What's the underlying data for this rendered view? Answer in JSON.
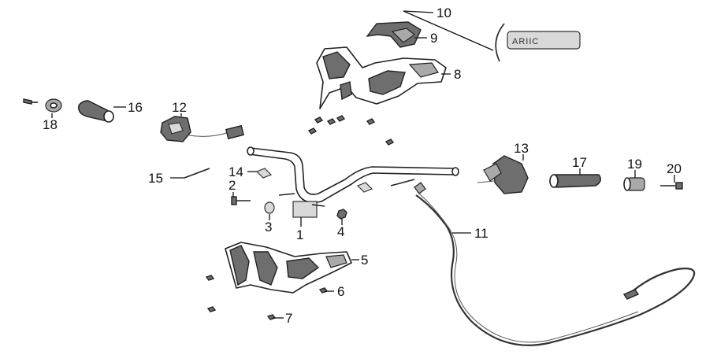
{
  "parts": [
    {
      "id": "1",
      "label": "1"
    },
    {
      "id": "2",
      "label": "2"
    },
    {
      "id": "3",
      "label": "3"
    },
    {
      "id": "4",
      "label": "4"
    },
    {
      "id": "5",
      "label": "5"
    },
    {
      "id": "6",
      "label": "6"
    },
    {
      "id": "7",
      "label": "7"
    },
    {
      "id": "8",
      "label": "8"
    },
    {
      "id": "9",
      "label": "9"
    },
    {
      "id": "10",
      "label": "10"
    },
    {
      "id": "11",
      "label": "11"
    },
    {
      "id": "12",
      "label": "12"
    },
    {
      "id": "13",
      "label": "13"
    },
    {
      "id": "14",
      "label": "14"
    },
    {
      "id": "15",
      "label": "15"
    },
    {
      "id": "16",
      "label": "16"
    },
    {
      "id": "17",
      "label": "17"
    },
    {
      "id": "18",
      "label": "18"
    },
    {
      "id": "19",
      "label": "19"
    },
    {
      "id": "20",
      "label": "20"
    }
  ],
  "emblem": {
    "text": "ARIIC"
  },
  "colors": {
    "line": "#222222",
    "fill_dark": "#6e6e6e",
    "fill_mid": "#a9a9a9",
    "background": "#ffffff"
  }
}
